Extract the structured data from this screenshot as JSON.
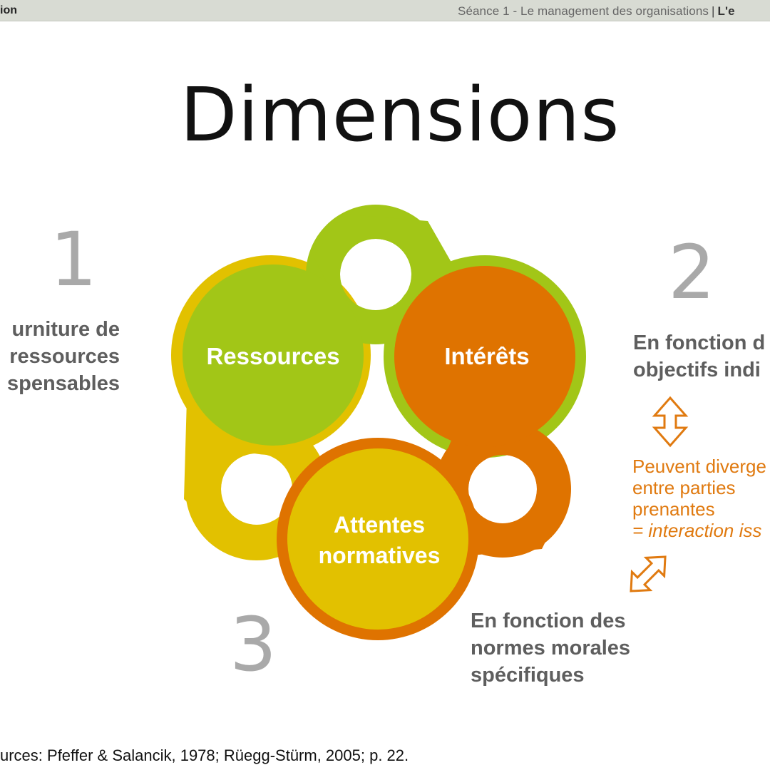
{
  "header": {
    "left": "ion",
    "right_normal": "Séance 1 - Le management des organisations",
    "separator": "|",
    "right_bold": "L'e"
  },
  "title": "Dimensions",
  "numbers": {
    "one": "1",
    "two": "2",
    "three": "3"
  },
  "left_block": {
    "line1": "urniture de",
    "line2": "ressources",
    "line3": "spensables"
  },
  "right_block": {
    "line1": "En fonction d",
    "line2": "objectifs indi"
  },
  "orange_block": {
    "line1": "Peuvent diverge",
    "line2": "entre parties",
    "line3": "prenantes",
    "line4": "= interaction iss"
  },
  "bottom_block": {
    "line1": "En fonction des",
    "line2": "normes morales",
    "line3": "spécifiques"
  },
  "circles": {
    "ressources": "Ressources",
    "interets": "Intérêts",
    "attentes_line1": "Attentes",
    "attentes_line2": "normatives"
  },
  "colors": {
    "green": "#a2c617",
    "orange": "#df7300",
    "yellow": "#e2c100",
    "grey_text": "#5e5e5e",
    "numeral": "#a9a9a9",
    "arrow": "#e07a10"
  },
  "source": "urces: Pfeffer & Salancik, 1978; Rüegg-Stürm, 2005; p. 22."
}
